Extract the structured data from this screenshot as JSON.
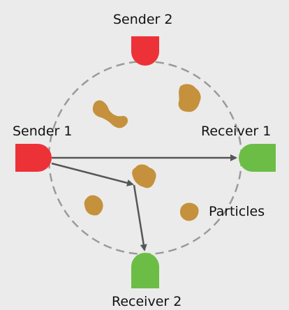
{
  "labels": {
    "sender_2": "Sender 2",
    "sender_1": "Sender 1",
    "receiver_1": "Receiver 1",
    "receiver_2": "Receiver 2",
    "particles": "Particles"
  },
  "colors": {
    "background": "#ebebeb",
    "sender": "#ed3237",
    "receiver": "#6cbd45",
    "particle": "#c5913c",
    "circle_stroke": "#9a9a9a",
    "arrow": "#565656"
  },
  "shapes": {
    "sender_icon": "red-dome-transmitter",
    "receiver_icon": "green-dome-receiver",
    "particle_icon": "brown-blob-particle"
  }
}
